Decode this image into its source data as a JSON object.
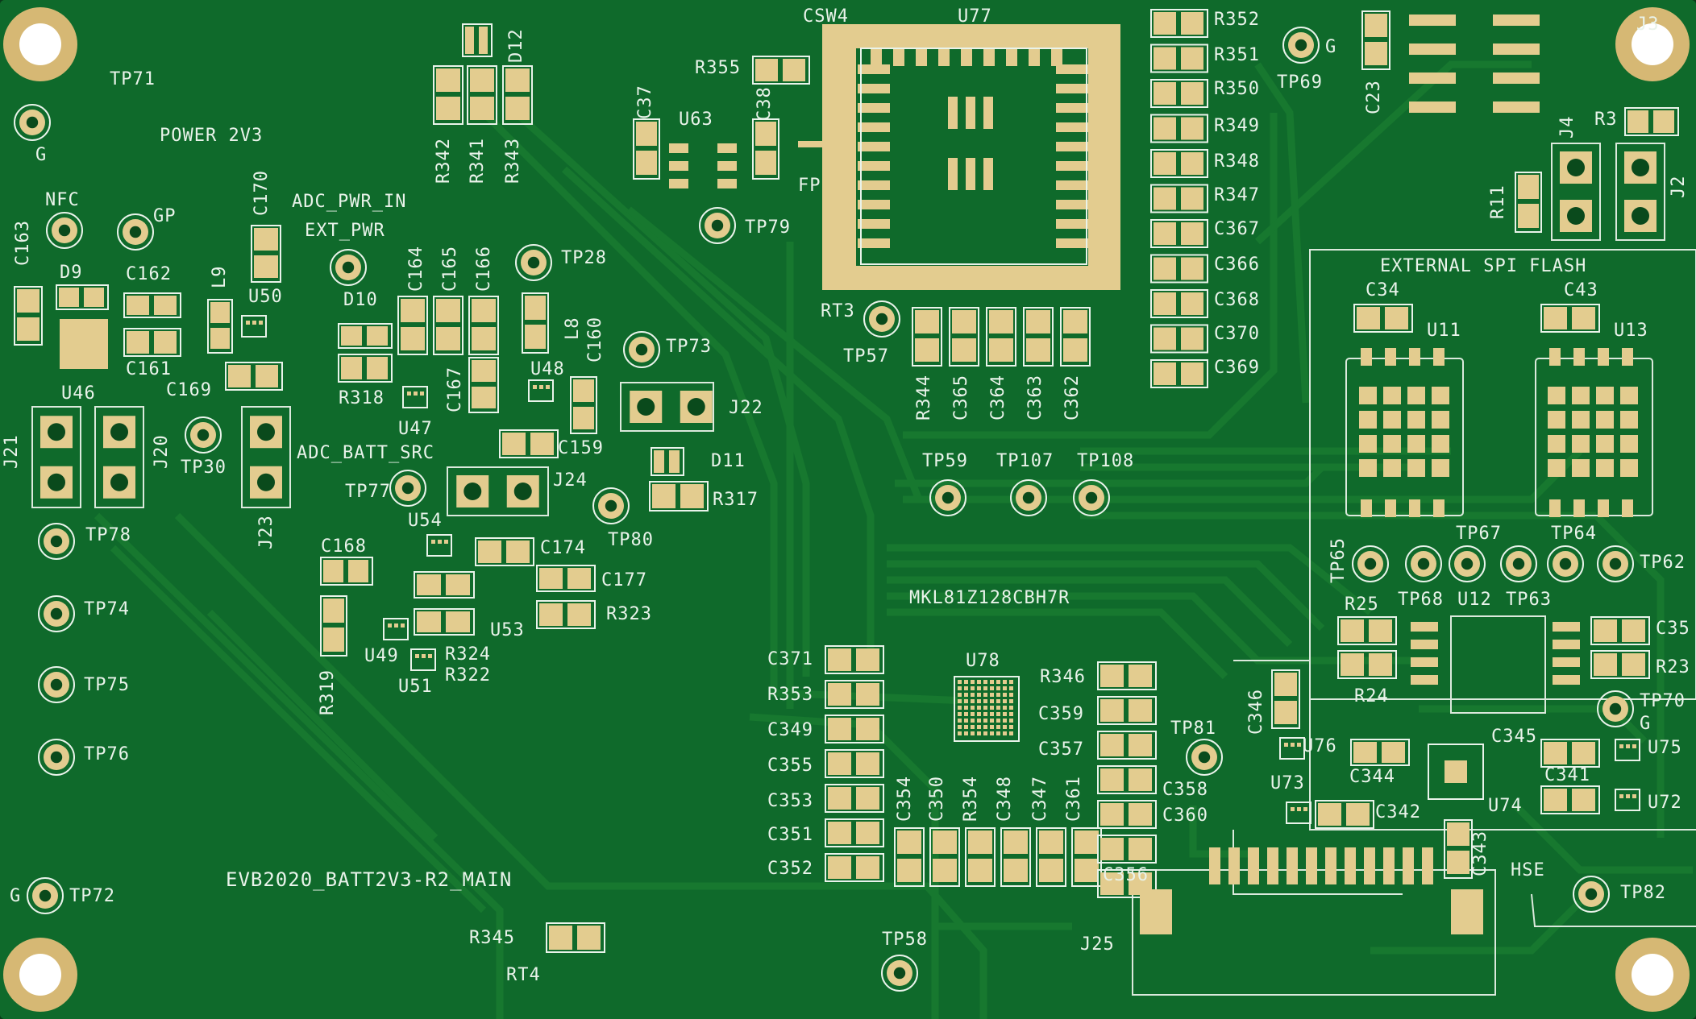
{
  "board": {
    "title": "EVB2020_BATT2V3-R2_MAIN",
    "power_label": "POWER 2V3",
    "mcu_part": "MKL81Z128CBH7R",
    "flash_section": "EXTERNAL SPI FLASH",
    "net_labels": [
      "NFC",
      "GP",
      "ADC_PWR_IN",
      "EXT_PWR",
      "ADC_BATT_SRC",
      "HSE",
      "FP",
      "G"
    ]
  },
  "colors": {
    "soldermask": "#0f6a2b",
    "trace": "#1b7d36",
    "pad_gold": "#e3cc8f",
    "silkscreen": "#e9f3ea",
    "edge": "#b88d50"
  },
  "labels": {
    "tp71": "TP71",
    "g1": "G",
    "power": "POWER 2V3",
    "nfc": "NFC",
    "gp": "GP",
    "c163": "C163",
    "d9": "D9",
    "c162": "C162",
    "c161": "C161",
    "u46": "U46",
    "l9": "L9",
    "c170": "C170",
    "u50": "U50",
    "c169": "C169",
    "adcpwr": "ADC_PWR_IN",
    "extpwr": "EXT_PWR",
    "d10": "D10",
    "r318": "R318",
    "c164": "C164",
    "c165": "C165",
    "c166": "C166",
    "c167": "C167",
    "u47": "U47",
    "tp28": "TP28",
    "l8": "L8",
    "c160": "C160",
    "u48": "U48",
    "j21": "J21",
    "j20": "J20",
    "tp30": "TP30",
    "j23": "J23",
    "adcbatt": "ADC_BATT_SRC",
    "tp77": "TP77",
    "j24": "J24",
    "c159": "C159",
    "tp73": "TP73",
    "j22": "J22",
    "d11": "D11",
    "r317": "R317",
    "tp80": "TP80",
    "u54": "U54",
    "c168": "C168",
    "c174": "C174",
    "c177": "C177",
    "r323": "R323",
    "u53": "U53",
    "u49": "U49",
    "r324": "R324",
    "r322": "R322",
    "u51": "U51",
    "r319": "R319",
    "tp78": "TP78",
    "tp74": "TP74",
    "tp75": "TP75",
    "tp76": "TP76",
    "g2": "G",
    "tp72": "TP72",
    "evb": "EVB2020_BATT2V3-R2_MAIN",
    "r345": "R345",
    "rt4": "RT4",
    "tp58": "TP58",
    "j25": "J25",
    "r342": "R342",
    "r341": "R341",
    "r343": "R343",
    "d12": "D12",
    "c37": "C37",
    "u63": "U63",
    "c38": "C38",
    "r355": "R355",
    "tp79": "TP79",
    "fp": "FP",
    "csw4": "CSW4",
    "u77": "U77",
    "rt3": "RT3",
    "tp57": "TP57",
    "r344": "R344",
    "c365": "C365",
    "c364": "C364",
    "c363": "C363",
    "c362": "C362",
    "r352": "R352",
    "r351": "R351",
    "r350": "R350",
    "r349": "R349",
    "r348": "R348",
    "r347": "R347",
    "c367": "C367",
    "c366": "C366",
    "c368": "C368",
    "c370": "C370",
    "c369": "C369",
    "tp69": "TP69",
    "g3": "G",
    "c23": "C23",
    "j3": "J3",
    "j4": "J4",
    "r3": "R3",
    "r11": "R11",
    "j2": "J2",
    "flash": "EXTERNAL SPI FLASH",
    "c34": "C34",
    "u11": "U11",
    "c43": "C43",
    "u13": "U13",
    "tp65": "TP65",
    "tp67": "TP67",
    "tp64": "TP64",
    "tp62": "TP62",
    "tp68": "TP68",
    "u12": "U12",
    "tp63": "TP63",
    "r25": "R25",
    "c35": "C35",
    "r24": "R24",
    "r23": "R23",
    "tp70": "TP70",
    "g4": "G",
    "tp59": "TP59",
    "tp107": "TP107",
    "tp108": "TP108",
    "mkl": "MKL81Z128CBH7R",
    "u78": "U78",
    "c371": "C371",
    "r353": "R353",
    "c349": "C349",
    "c355": "C355",
    "c353": "C353",
    "c351": "C351",
    "c352": "C352",
    "c354": "C354",
    "c350": "C350",
    "r354": "R354",
    "c348": "C348",
    "c347": "C347",
    "c361": "C361",
    "r346": "R346",
    "c359": "C359",
    "c357": "C357",
    "c358": "C358",
    "c360": "C360",
    "c356": "C356",
    "tp81": "TP81",
    "c346": "C346",
    "u76": "U76",
    "c344": "C344",
    "c345": "C345",
    "u75": "U75",
    "u73": "U73",
    "c342": "C342",
    "u74": "U74",
    "c341": "C341",
    "u72": "U72",
    "c343": "C343",
    "hse": "HSE",
    "tp82": "TP82"
  }
}
